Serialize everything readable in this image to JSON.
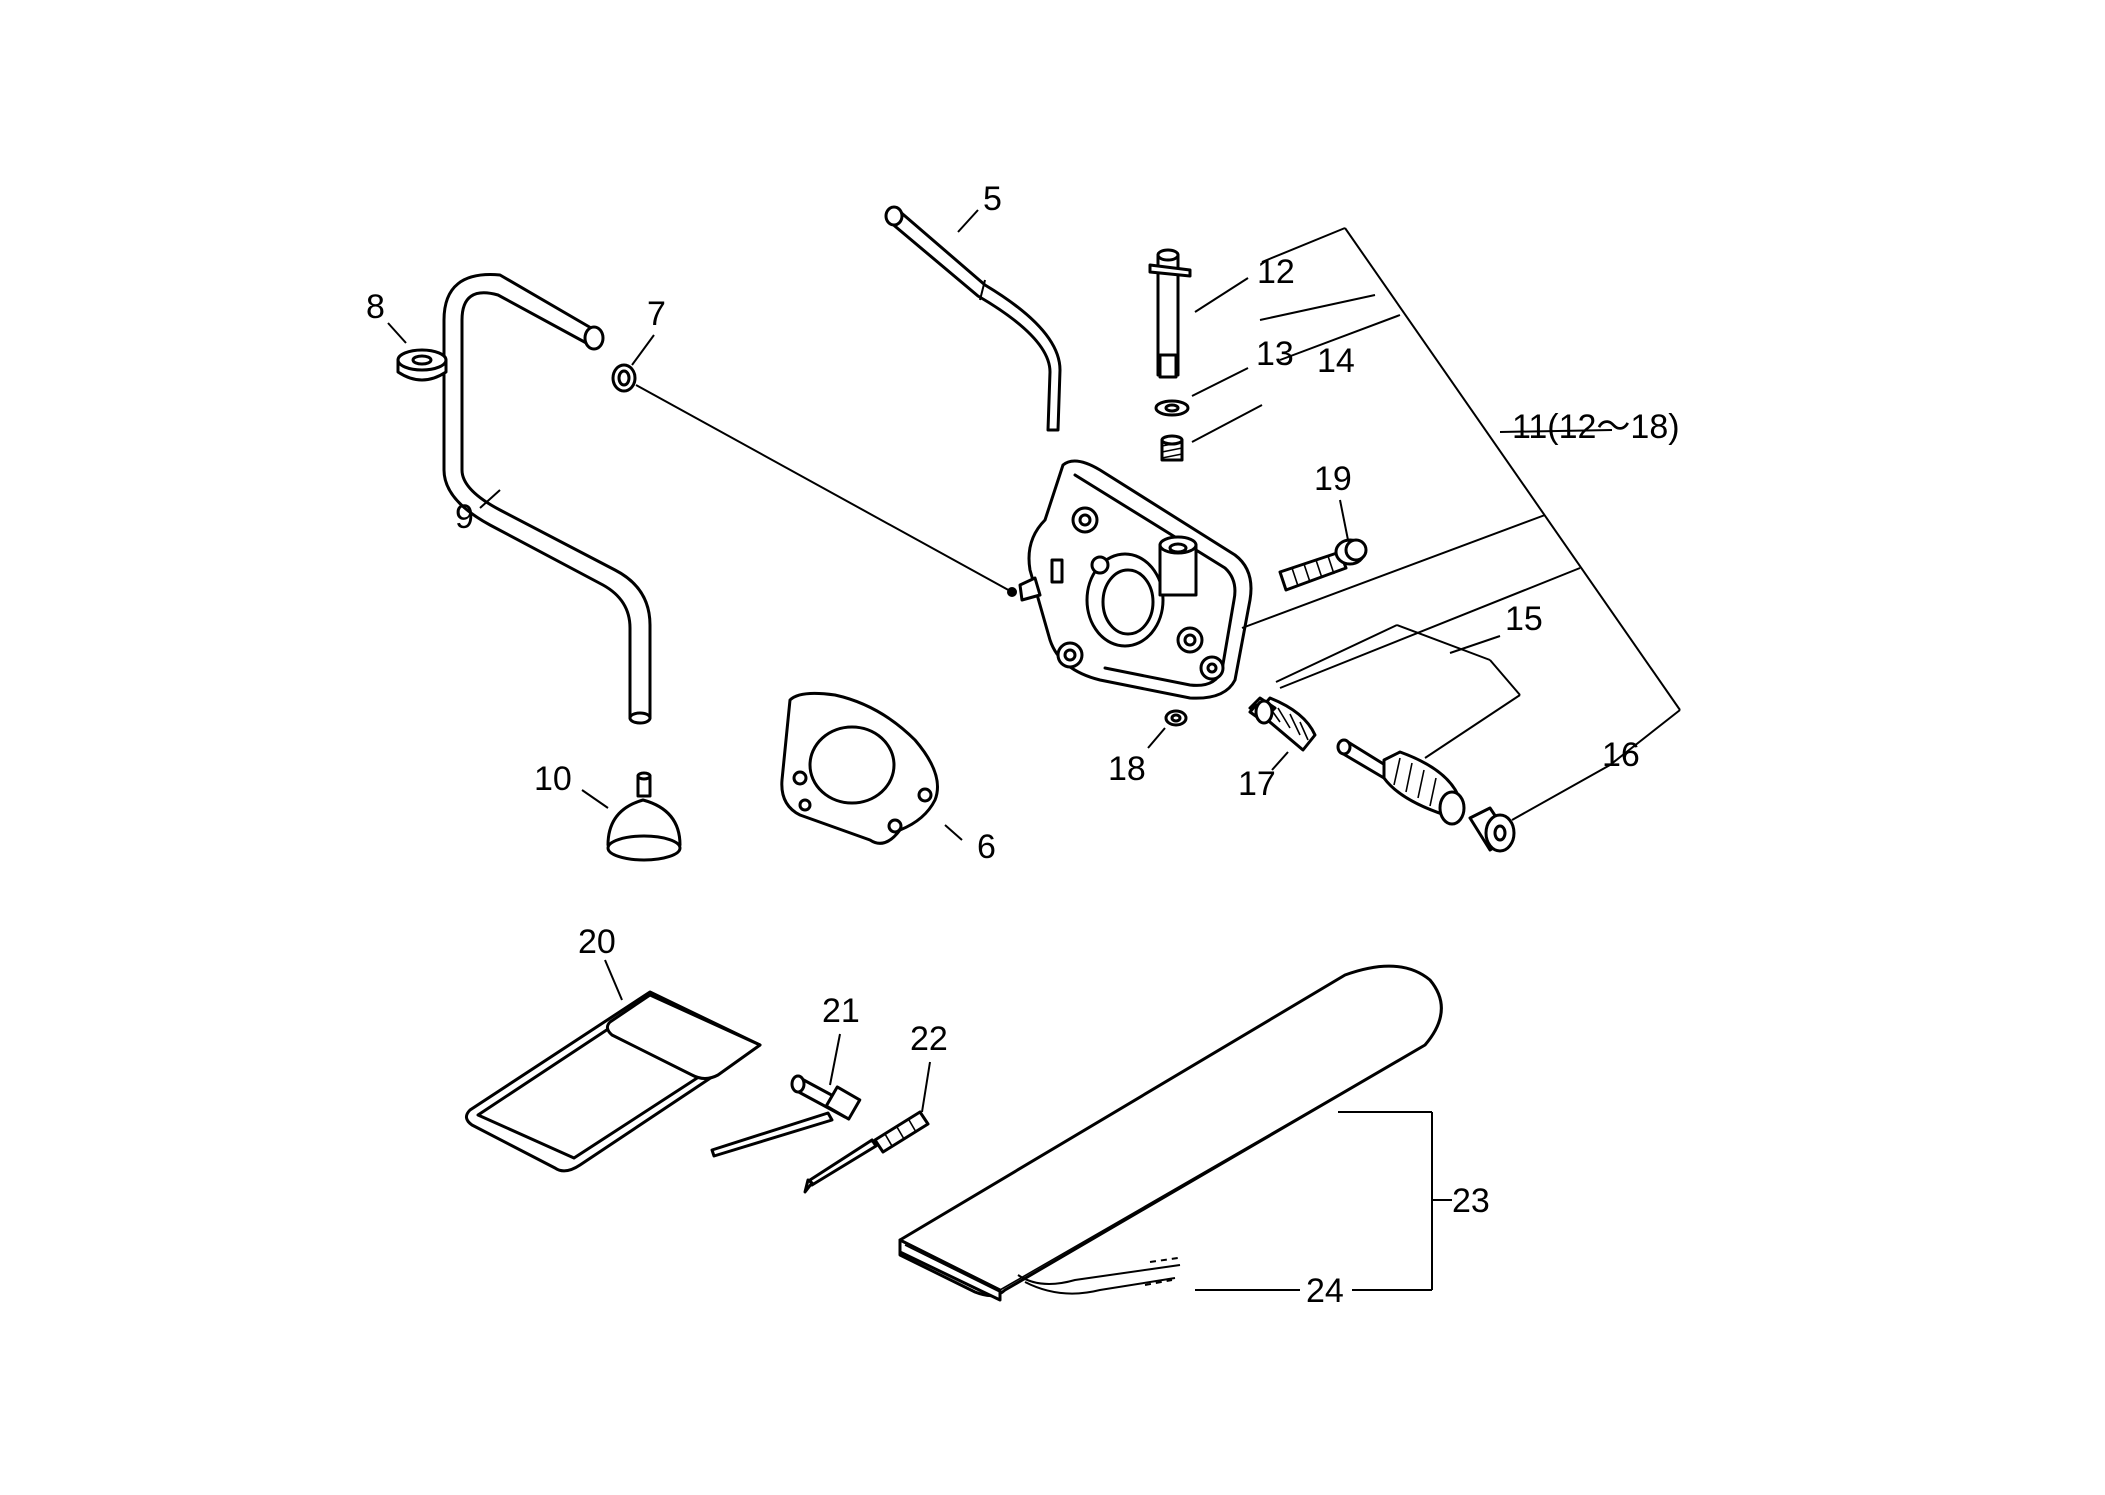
{
  "diagram": {
    "callouts": {
      "c5": "5",
      "c6": "6",
      "c7": "7",
      "c8": "8",
      "c9": "9",
      "c10": "10",
      "c11": "11(12～18)",
      "c12": "12",
      "c13": "13",
      "c14": "14",
      "c15": "15",
      "c16": "16",
      "c17": "17",
      "c18": "18",
      "c19": "19",
      "c20": "20",
      "c21": "21",
      "c22": "22",
      "c23": "23",
      "c24": "24"
    },
    "colors": {
      "line": "#000000",
      "background": "#ffffff"
    }
  }
}
